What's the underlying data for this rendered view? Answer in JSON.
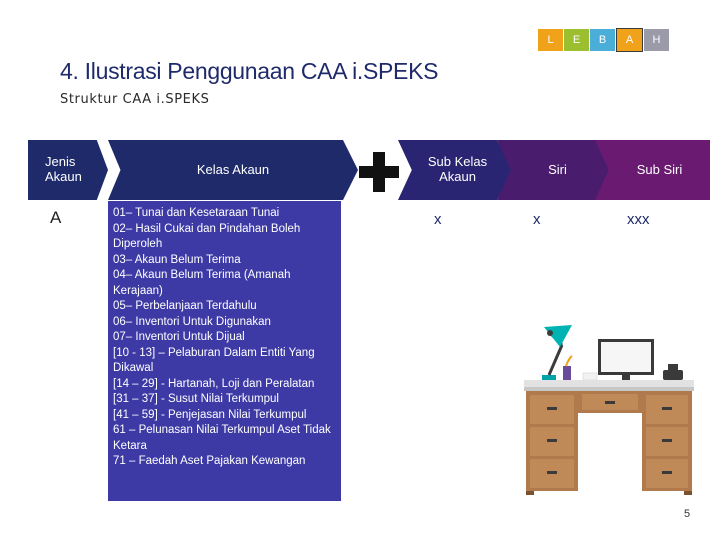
{
  "nav": {
    "letters": [
      {
        "label": "L",
        "color": "#f0a21b"
      },
      {
        "label": "E",
        "color": "#9bbf2f"
      },
      {
        "label": "B",
        "color": "#4aaed9"
      },
      {
        "label": "A",
        "color": "#f0a21b"
      },
      {
        "label": "H",
        "color": "#9a9aa8"
      }
    ],
    "active_index": 3
  },
  "slide": {
    "title": "4. Ilustrasi Penggunaan CAA i.SPEKS",
    "subtitle": "Struktur CAA i.SPEKS",
    "page_number": "5"
  },
  "headers": {
    "jenis_akaun": "Jenis Akaun",
    "kelas_akaun": "Kelas Akaun",
    "sub_kelas_akaun": "Sub Kelas Akaun",
    "siri": "Siri",
    "sub_siri": "Sub Siri"
  },
  "values": {
    "jenis_akaun": "A",
    "sub_kelas_akaun": "x",
    "siri": "x",
    "sub_siri": "xxx"
  },
  "kelas_list": [
    "01– Tunai dan Kesetaraan Tunai",
    "02– Hasil Cukai dan Pindahan Boleh Diperoleh",
    "03– Akaun Belum Terima",
    "04– Akaun Belum Terima (Amanah Kerajaan)",
    "05– Perbelanjaan Terdahulu",
    "06– Inventori Untuk Digunakan",
    "07– Inventori Untuk Dijual",
    "[10 - 13] – Pelaburan Dalam Entiti Yang Dikawal",
    "[14 – 29] - Hartanah, Loji dan Peralatan",
    "[31 – 37] - Susut Nilai Terkumpul",
    "[41 – 59] - Penjejasan Nilai Terkumpul",
    "61 – Pelunasan Nilai Terkumpul Aset Tidak Ketara",
    "71 – Faedah Aset Pajakan Kewangan"
  ],
  "colors": {
    "header_dark": "#1f2a6b",
    "list_bg": "#3d3aa6",
    "siri": "#4a1c6e",
    "sub_siri": "#6b1a72"
  },
  "illustration": "desk-with-lamp-and-computer"
}
